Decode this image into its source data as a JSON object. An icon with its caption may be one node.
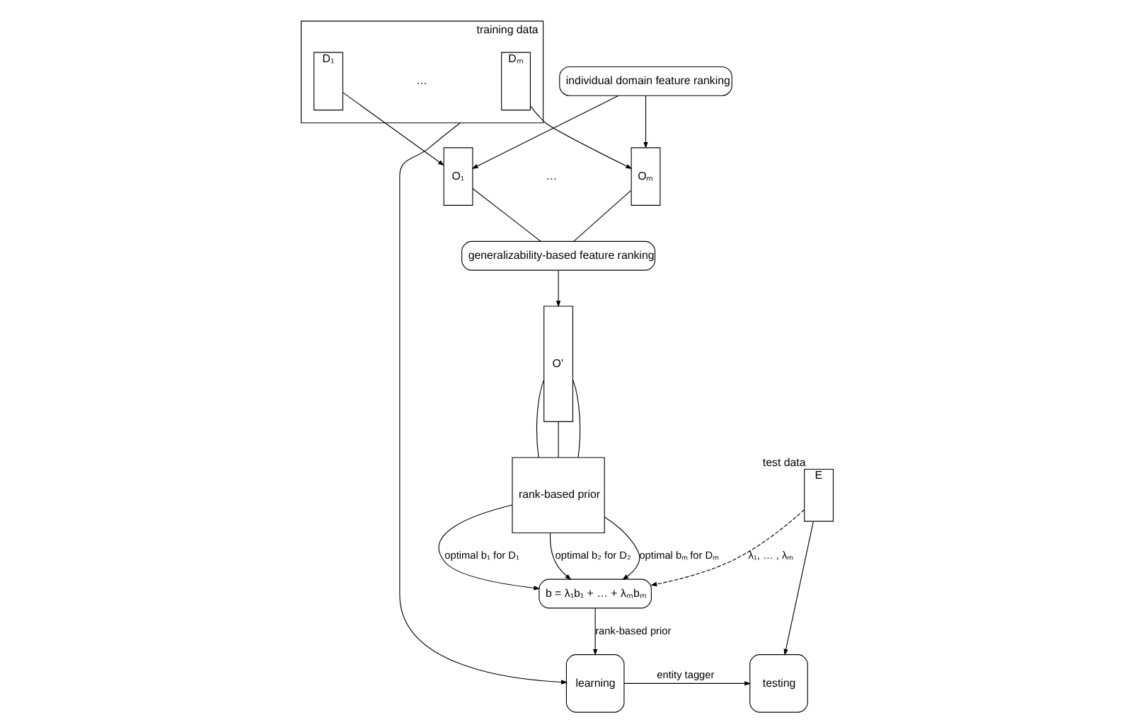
{
  "diagram": {
    "nodes": [
      {
        "text": [
          "training data"
        ]
      },
      {
        "text": [
          "D₁"
        ],
        "in": 0
      },
      {
        "text": [
          "Dₘ"
        ],
        "in": 0
      },
      {
        "text": [
          "individual domain feature ranking"
        ]
      },
      {
        "text": [
          "O₁"
        ]
      },
      {
        "text": [
          "Oₘ"
        ]
      },
      {
        "text": [
          "generalizability-based feature ranking"
        ]
      },
      {
        "text": [
          "O’"
        ]
      },
      {
        "text": [
          "rank-based prior"
        ]
      },
      {
        "text": [
          "learning"
        ]
      },
      {
        "text": [
          "testing"
        ]
      },
      {
        "text": [
          "E"
        ],
        "beside": [
          "test data"
        ]
      },
      {
        "text": [
          "b = λ₁b₁ + … + λₘbₘ"
        ]
      }
    ],
    "edges": [
      {
        "from": 1,
        "to": 4,
        "arrow": "to"
      },
      {
        "from": 2,
        "to": 5,
        "arrow": "to"
      },
      {
        "from": 3,
        "to": 4,
        "arrow": "to"
      },
      {
        "from": 3,
        "to": 5,
        "arrow": "to"
      },
      {
        "from": 4,
        "to": 6,
        "arrow": "none"
      },
      {
        "from": 5,
        "to": 6,
        "arrow": "none"
      },
      {
        "from": 6,
        "to": 7,
        "arrow": "to"
      },
      {
        "from": 7,
        "to": 8,
        "arrow": "none"
      },
      {
        "from": 7,
        "to": 8,
        "arrow": "none"
      },
      {
        "from": 7,
        "to": 8,
        "arrow": "none"
      },
      {
        "from": 0,
        "to": 9,
        "arrow": "to"
      },
      {
        "from": 9,
        "to": 10,
        "arrow": "to",
        "label": "entity tagger"
      },
      {
        "from": 11,
        "to": 10,
        "arrow": "to"
      },
      {
        "from": 11,
        "to": 12,
        "arrow": "to",
        "style": "dashed",
        "label": "λ₁, … , λₘ"
      },
      {
        "from": 12,
        "to": 9,
        "arrow": "to",
        "label": "rank-based prior"
      },
      {
        "from": 8,
        "to": 12,
        "arrow": "to",
        "label": "optimal b₁ for D₁"
      },
      {
        "from": 8,
        "to": 12,
        "arrow": "to",
        "label": "optimal b₂ for D₂"
      },
      {
        "from": 8,
        "to": 12,
        "arrow": "to",
        "label": "optimal bₘ for Dₘ"
      }
    ],
    "labels": [
      "…",
      "…"
    ]
  }
}
